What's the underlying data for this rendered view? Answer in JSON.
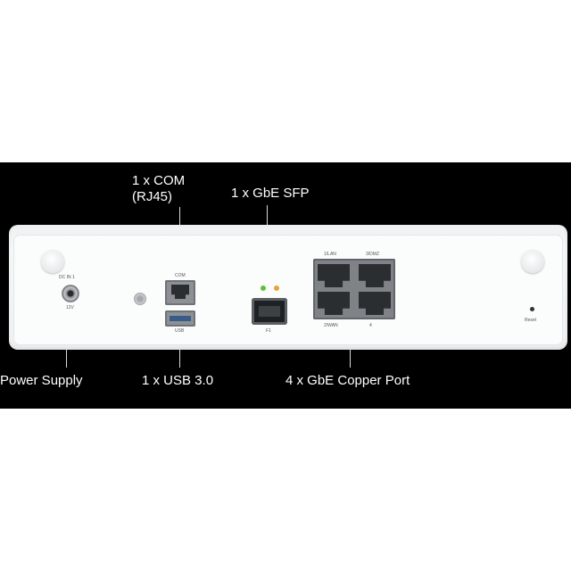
{
  "callouts": {
    "com": "1 x COM\n(RJ45)",
    "sfp": "1 x GbE SFP",
    "power": "Power Supply",
    "usb": "1 x USB 3.0",
    "copper": "4 x GbE Copper Port"
  },
  "panel_labels": {
    "dc_in": "DC IN 1",
    "volt": "12V",
    "com": "COM",
    "usb": "USB",
    "sfp": "F1",
    "lan": "1/LAN",
    "dmz": "3/DMZ",
    "wan": "2/WAN",
    "port4": "4",
    "reset": "Reset"
  },
  "colors": {
    "background": "#000000",
    "chassis": "#f4f6f8",
    "led_green": "#5bc236",
    "led_amber": "#e8a23a"
  }
}
